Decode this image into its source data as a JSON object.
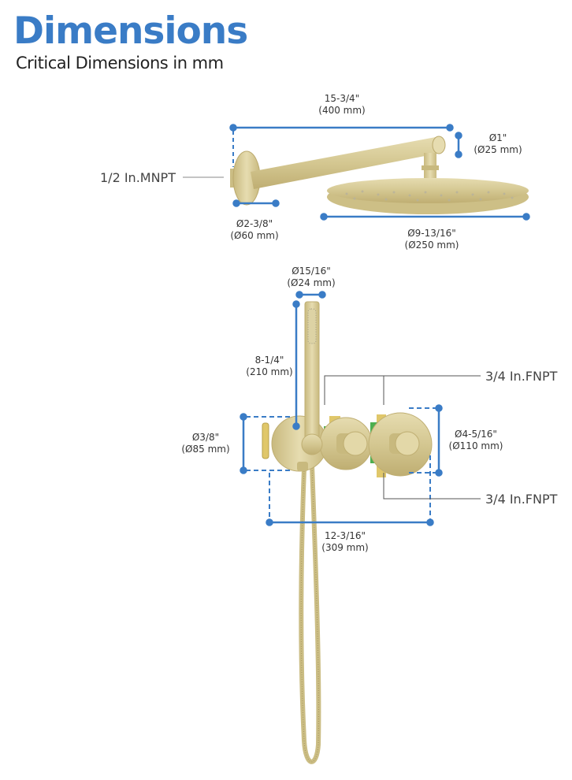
{
  "header": {
    "title": "Dimensions",
    "subtitle": "Critical Dimensions in mm"
  },
  "colors": {
    "accent": "#3a7cc6",
    "brass": "#d9cd9c",
    "text": "#333333"
  },
  "shower_arm": {
    "length": {
      "in": "15-3/4\"",
      "mm": "(400 mm)"
    },
    "arm_diameter": {
      "in": "Ø1\"",
      "mm": "(Ø25 mm)"
    },
    "flange_diameter": {
      "in": "Ø2-3/8\"",
      "mm": "(Ø60 mm)"
    },
    "head_diameter": {
      "in": "Ø9-13/16\"",
      "mm": "(Ø250 mm)"
    },
    "connection": "1/2 In.MNPT"
  },
  "valve": {
    "handshower_diameter": {
      "in": "Ø15/16\"",
      "mm": "(Ø24 mm)"
    },
    "handshower_length": {
      "in": "8-1/4\"",
      "mm": "(210 mm)"
    },
    "outlet_plate_diameter": {
      "in": "Ø3/8\"",
      "mm": "(Ø85 mm)"
    },
    "trim_plate_diameter": {
      "in": "Ø4-5/16\"",
      "mm": "(Ø110 mm)"
    },
    "overall_width": {
      "in": "12-3/16\"",
      "mm": "(309 mm)"
    },
    "connection_top": "3/4 In.FNPT",
    "connection_bottom": "3/4 In.FNPT"
  }
}
